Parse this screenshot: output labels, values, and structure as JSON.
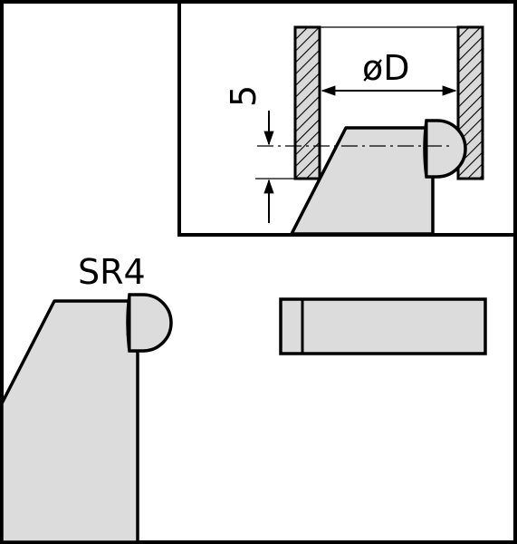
{
  "labels": {
    "ball_radius": "SR4",
    "diameter": "øD",
    "offset": "5"
  },
  "colors": {
    "background": "#ffffff",
    "stroke": "#000000",
    "part_fill": "#dcdcdc"
  }
}
